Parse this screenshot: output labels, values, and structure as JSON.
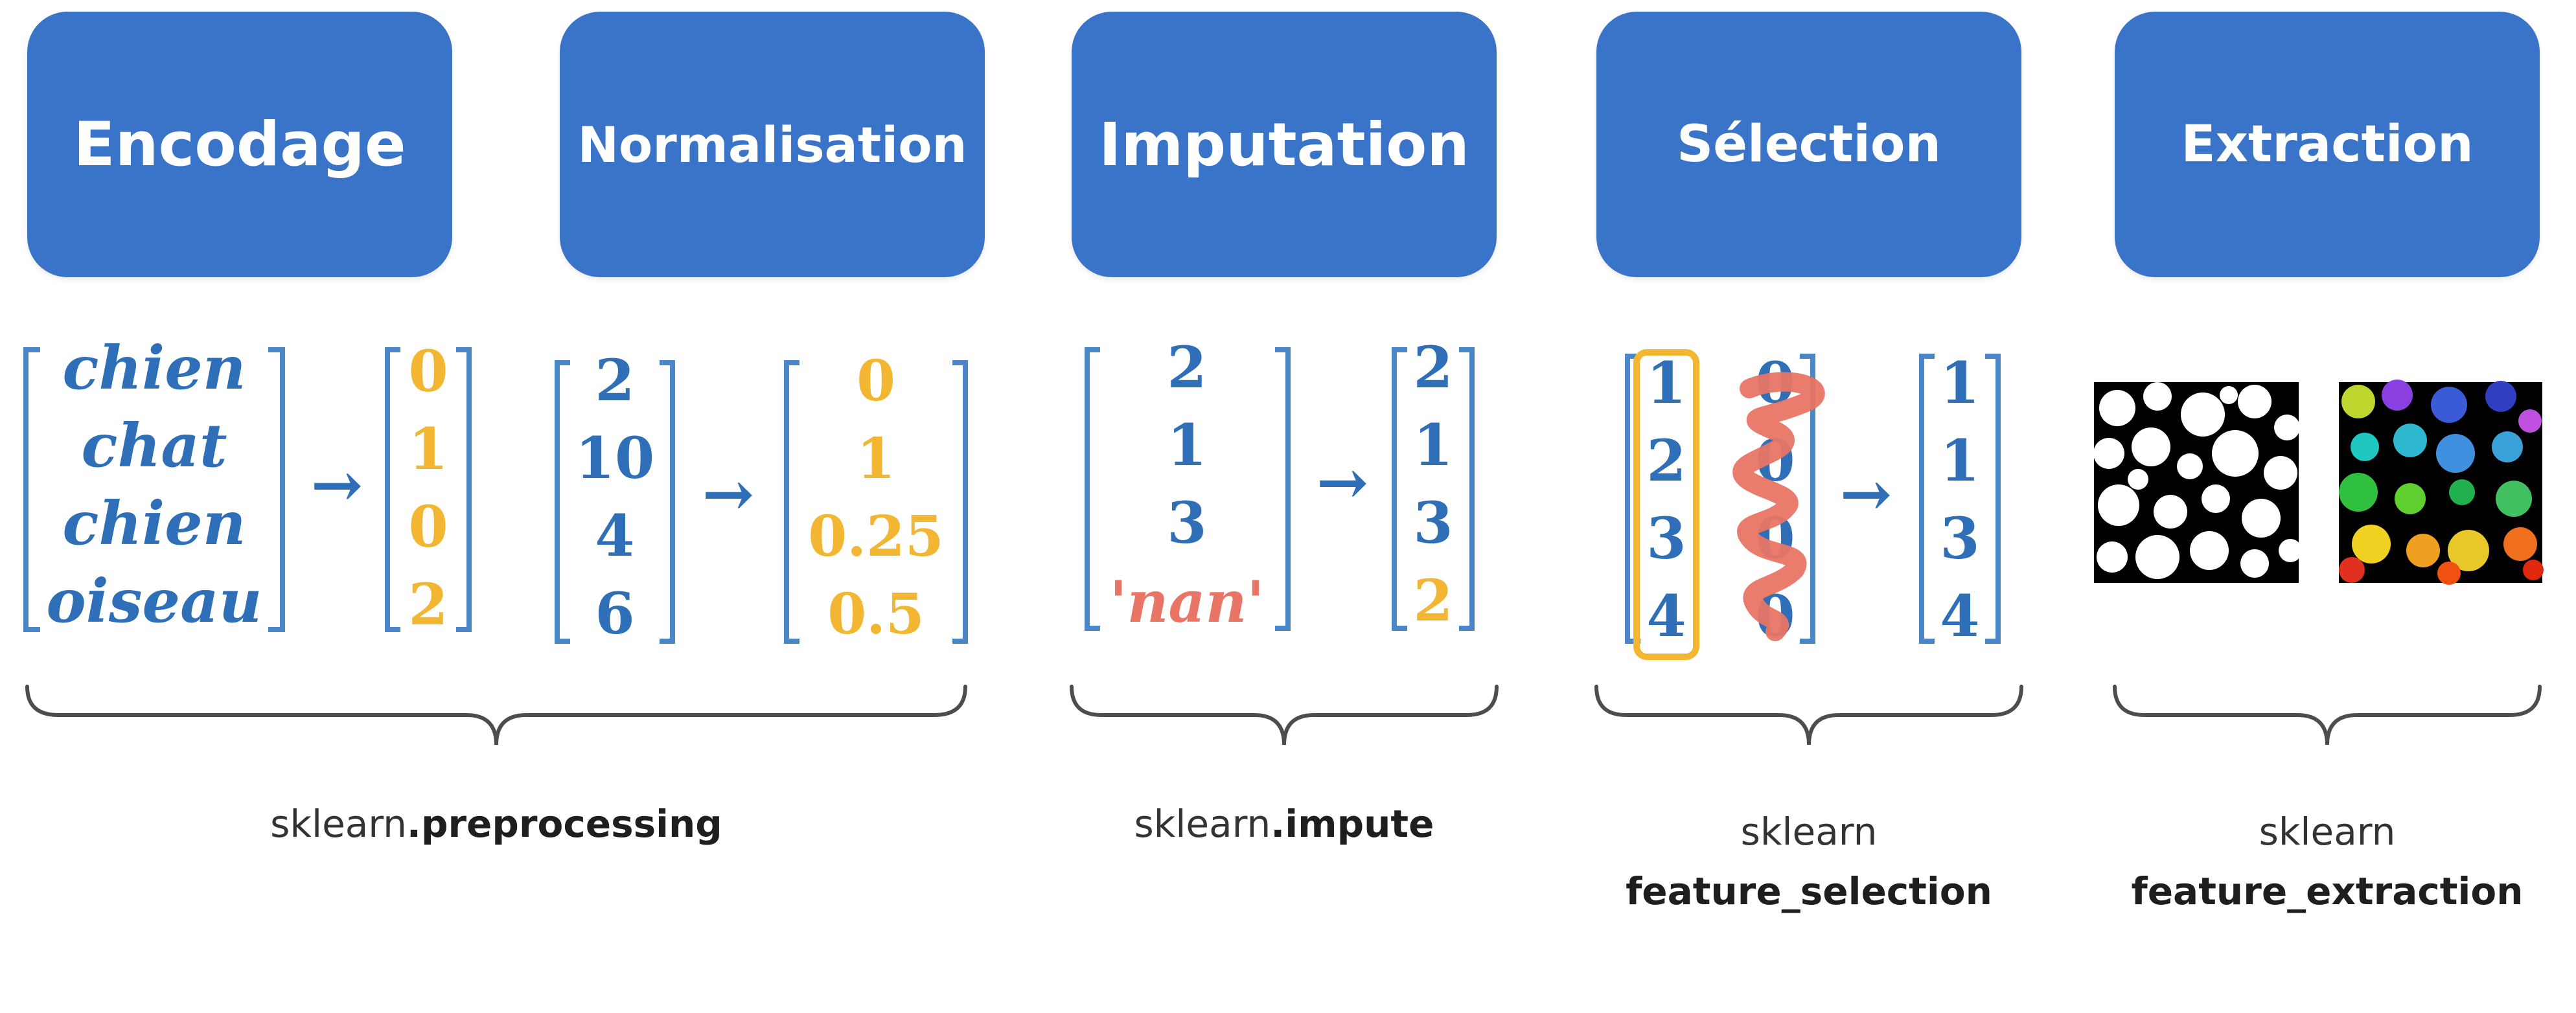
{
  "boxes": [
    {
      "label": "Encodage"
    },
    {
      "label": "Normalisation"
    },
    {
      "label": "Imputation"
    },
    {
      "label": "Sélection"
    },
    {
      "label": "Extraction"
    }
  ],
  "encoding": {
    "words": [
      "chien",
      "chat",
      "chien",
      "oiseau"
    ],
    "codes": [
      "0",
      "1",
      "0",
      "2"
    ]
  },
  "normalisation": {
    "input": [
      "2",
      "10",
      "4",
      "6"
    ],
    "output": [
      "0",
      "1",
      "0.25",
      "0.5"
    ]
  },
  "imputation": {
    "input": [
      "2",
      "1",
      "3",
      "'nan'"
    ],
    "output": [
      "2",
      "1",
      "3",
      "2"
    ]
  },
  "selection": {
    "col1": [
      "1",
      "2",
      "3",
      "4"
    ],
    "col2": [
      "0",
      "0",
      "0",
      "0"
    ],
    "output": [
      "1",
      "1",
      "3",
      "4"
    ]
  },
  "arrow_glyph": "→",
  "captions": {
    "preprocessing": {
      "plain": "sklearn",
      "bold": ".preprocessing"
    },
    "impute": {
      "plain": "sklearn",
      "bold": ".impute"
    },
    "feature_selection": {
      "line1": "sklearn",
      "line2": "feature_selection"
    },
    "feature_extraction": {
      "line1": "sklearn",
      "line2": "feature_extraction"
    }
  },
  "colors": {
    "box": "#3a74c8",
    "matrix_blue": "#2f6fb8",
    "output_gold": "#f2b632",
    "nan_red": "#e87565"
  }
}
